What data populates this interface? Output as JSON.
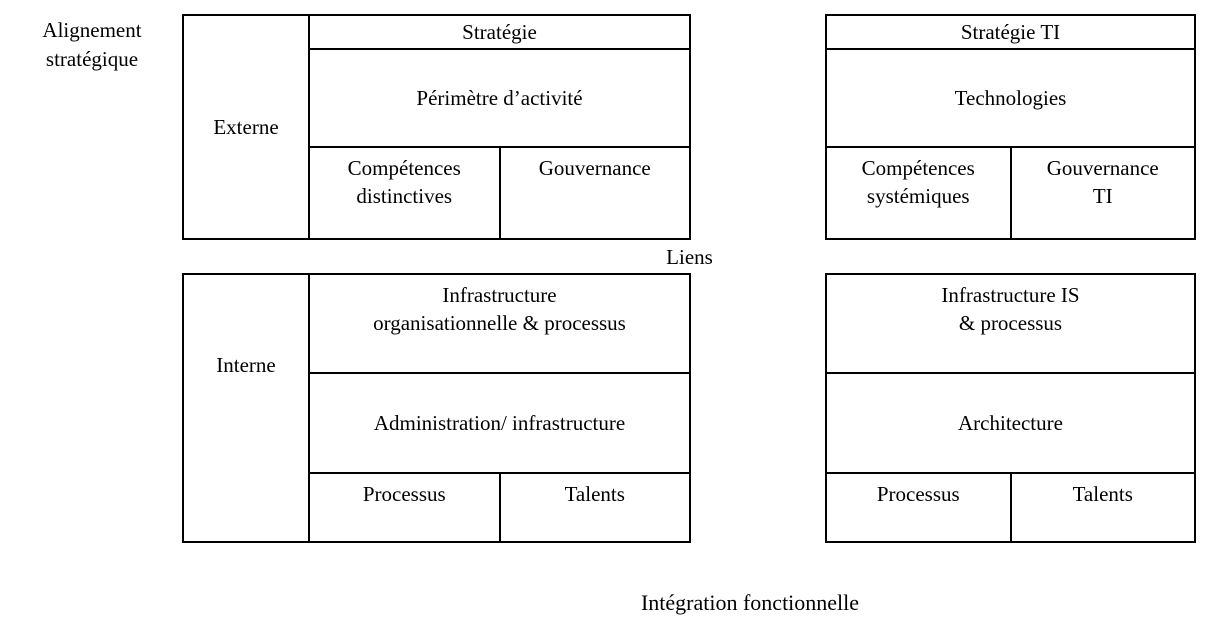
{
  "diagram": {
    "title_left_axis": "Alignement\nstratégique",
    "title_middle": "Liens",
    "title_bottom": "Intégration fonctionnelle",
    "row_labels": {
      "external": "Externe",
      "internal": "Interne"
    },
    "quadrants": {
      "business_strategy": {
        "header": "Stratégie",
        "main": "Périmètre d’activité",
        "sub_left": "Compétences\ndistinctives",
        "sub_right": "Gouvernance"
      },
      "it_strategy": {
        "header": "Stratégie TI",
        "main": "Technologies",
        "sub_left": "Compétences\nsystémiques",
        "sub_right": "Gouvernance\nTI"
      },
      "organizational_infrastructure": {
        "main": "Infrastructure\norganisationnelle & processus",
        "secondary": "Administration/ infrastructure",
        "sub_left": "Processus",
        "sub_right": "Talents"
      },
      "is_infrastructure": {
        "main": "Infrastructure IS\n& processus",
        "secondary": "Architecture",
        "sub_left": "Processus",
        "sub_right": "Talents"
      }
    },
    "colors": {
      "border": "#000000",
      "background": "#ffffff",
      "text": "#000000"
    }
  }
}
